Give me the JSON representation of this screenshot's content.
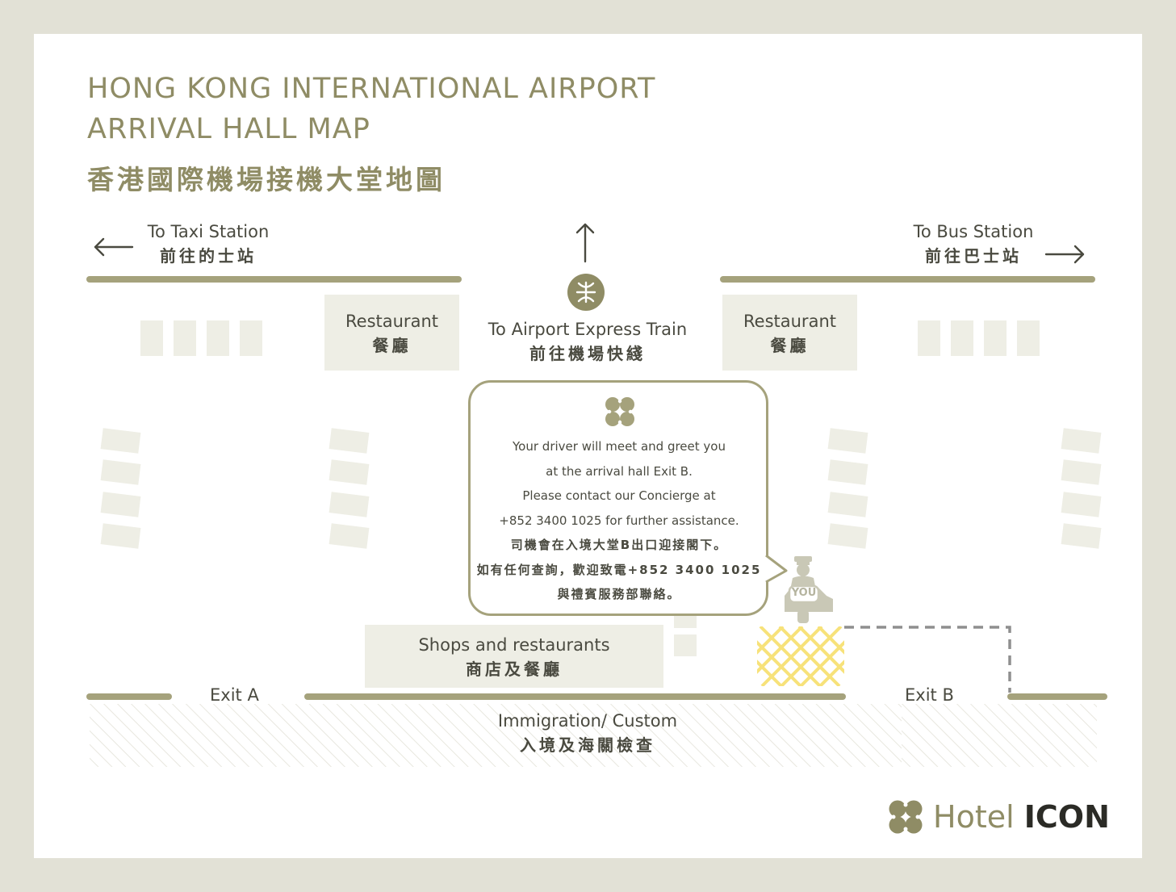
{
  "title": {
    "line1": "HONG KONG INTERNATIONAL AIRPORT",
    "line2": "ARRIVAL HALL MAP",
    "zh": "香港國際機場接機大堂地圖"
  },
  "directions": {
    "taxi": {
      "en": "To Taxi Station",
      "zh": "前往的士站"
    },
    "bus": {
      "en": "To Bus Station",
      "zh": "前往巴士站"
    },
    "train": {
      "en": "To Airport Express Train",
      "zh": "前往機場快綫"
    }
  },
  "restaurant_left": {
    "en": "Restaurant",
    "zh": "餐廳"
  },
  "restaurant_right": {
    "en": "Restaurant",
    "zh": "餐廳"
  },
  "shops": {
    "en": "Shops and restaurants",
    "zh": "商店及餐廳"
  },
  "exits": {
    "a": "Exit A",
    "b": "Exit B"
  },
  "immigration": {
    "en": "Immigration/ Custom",
    "zh": "入境及海關檢查"
  },
  "message": {
    "lines_en": [
      "Your driver will meet and greet you",
      "at the arrival hall Exit B.",
      "Please contact our Concierge at",
      "+852 3400 1025 for further assistance."
    ],
    "lines_zh": [
      "司機會在入境大堂B出口迎接閣下。",
      "如有任何查詢，歡迎致電+852 3400 1025",
      "與禮賓服務部聯絡。"
    ]
  },
  "you_marker": "YOU",
  "brand": {
    "word1": "Hotel",
    "word2": "ICON"
  },
  "icons": {
    "mtr": "mtr-logo-icon",
    "brand": "hotel-icon-logo-icon",
    "driver": "driver-with-car-icon"
  },
  "colors": {
    "olive": "#8f8c65",
    "wall": "#a5a27c",
    "block": "#eeeee5",
    "meeting_point": "#f7e27a",
    "frame": "#e2e1d6"
  }
}
